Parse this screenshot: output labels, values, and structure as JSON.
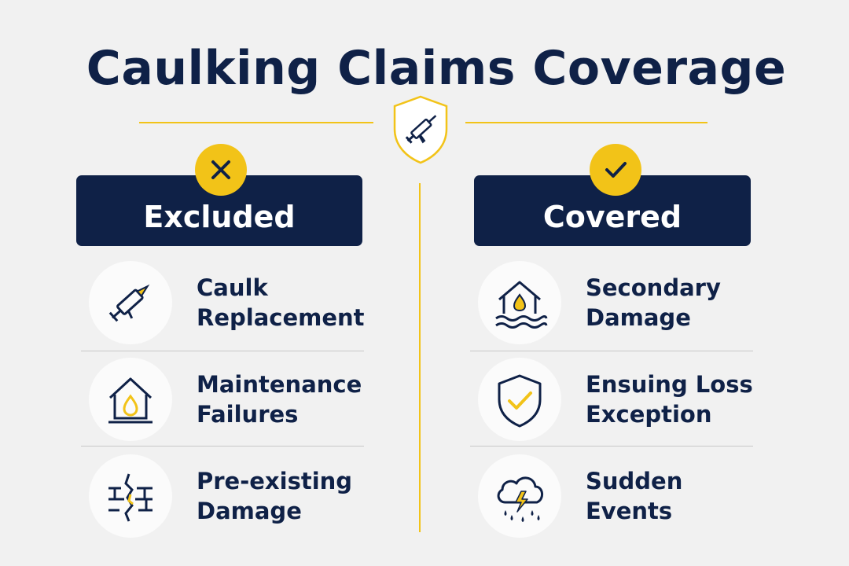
{
  "title": "Caulking Claims Coverage",
  "colors": {
    "navy": "#0f2147",
    "gold": "#f2c318",
    "background": "#f1f1f1"
  },
  "emblem": {
    "icon": "shield-caulk-gun-icon"
  },
  "excluded": {
    "header": "Excluded",
    "badge_icon": "x-icon",
    "items": [
      {
        "icon": "caulk-gun-icon",
        "line1": "Caulk",
        "line2": "Replacement"
      },
      {
        "icon": "house-water-drop-icon",
        "line1": "Maintenance",
        "line2": "Failures"
      },
      {
        "icon": "cracked-wall-icon",
        "line1": "Pre-existing",
        "line2": "Damage"
      }
    ]
  },
  "covered": {
    "header": "Covered",
    "badge_icon": "check-icon",
    "items": [
      {
        "icon": "flooded-house-icon",
        "line1": "Secondary",
        "line2": "Damage"
      },
      {
        "icon": "shield-check-icon",
        "line1": "Ensuing Loss",
        "line2": "Exception"
      },
      {
        "icon": "storm-cloud-icon",
        "line1": "Sudden",
        "line2": "Events"
      }
    ]
  }
}
